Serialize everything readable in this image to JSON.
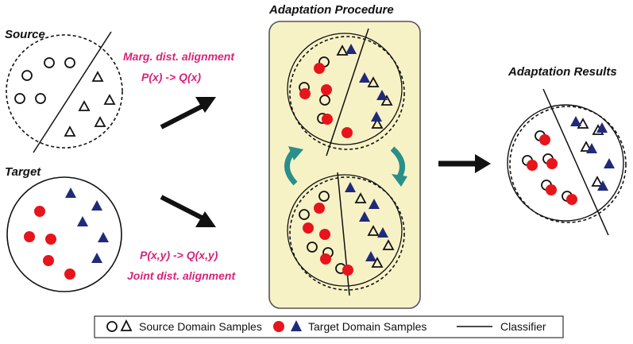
{
  "labels": {
    "source": "Source",
    "target": "Target",
    "marg_title": "Marg. dist. alignment",
    "marg_formula": "P(x) -> Q(x)",
    "joint_formula": "P(x,y) -> Q(x,y)",
    "joint_title": "Joint dist. alignment",
    "procedure_title": "Adaptation Procedure",
    "results_title": "Adaptation Results"
  },
  "legend": {
    "source_samples": "Source Domain Samples",
    "target_samples": "Target Domain Samples",
    "classifier": "Classifier"
  },
  "colors": {
    "accent_pink": "#d6247b",
    "target_red": "#e8141b",
    "target_blue": "#1f2b7a",
    "panel_fill": "#f7f2c6",
    "panel_stroke": "#555555",
    "rotate_arrow": "#2a8f88",
    "ink": "#111111"
  },
  "icons": {
    "big_arrows": "thick-black-arrow",
    "rotation": "curved-rotate-arrow"
  }
}
